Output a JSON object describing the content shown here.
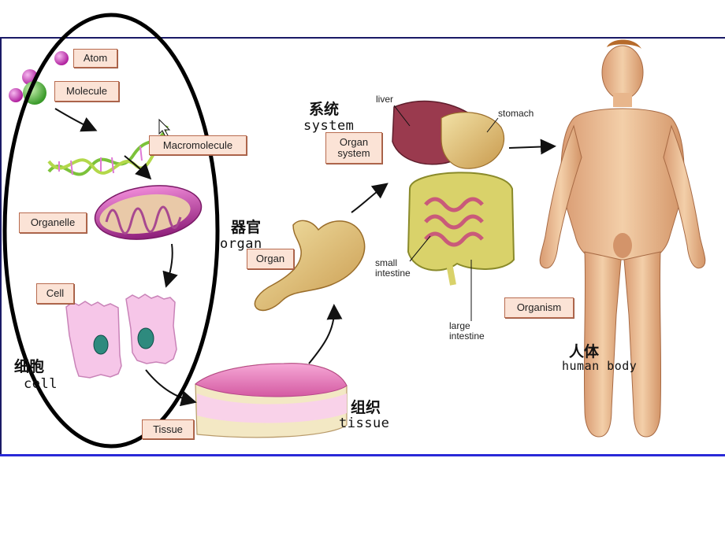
{
  "steps": {
    "atom": "Atom",
    "molecule": "Molecule",
    "macromolecule": "Macromolecule",
    "organelle": "Organelle",
    "cell": "Cell",
    "tissue": "Tissue",
    "organ": "Organ",
    "organ_system": "Organ system",
    "organism": "Organism"
  },
  "organ_labels": {
    "liver": "liver",
    "stomach": "stomach",
    "small_intestine": "small intestine",
    "large_intestine": "large intestine"
  },
  "annotations": {
    "system_cn": "系统",
    "system_en": "system",
    "organ_cn": "器官",
    "organ_en": "organ",
    "cell_cn": "细胞",
    "cell_en": "cell",
    "tissue_cn": "组织",
    "tissue_en": "tissue",
    "human_cn": "人体",
    "human_en": "human body"
  },
  "colors": {
    "frame": "#1a1a66",
    "label_bg": "#fbe3d6",
    "label_border": "#b86b4f",
    "oval": "#000000"
  }
}
